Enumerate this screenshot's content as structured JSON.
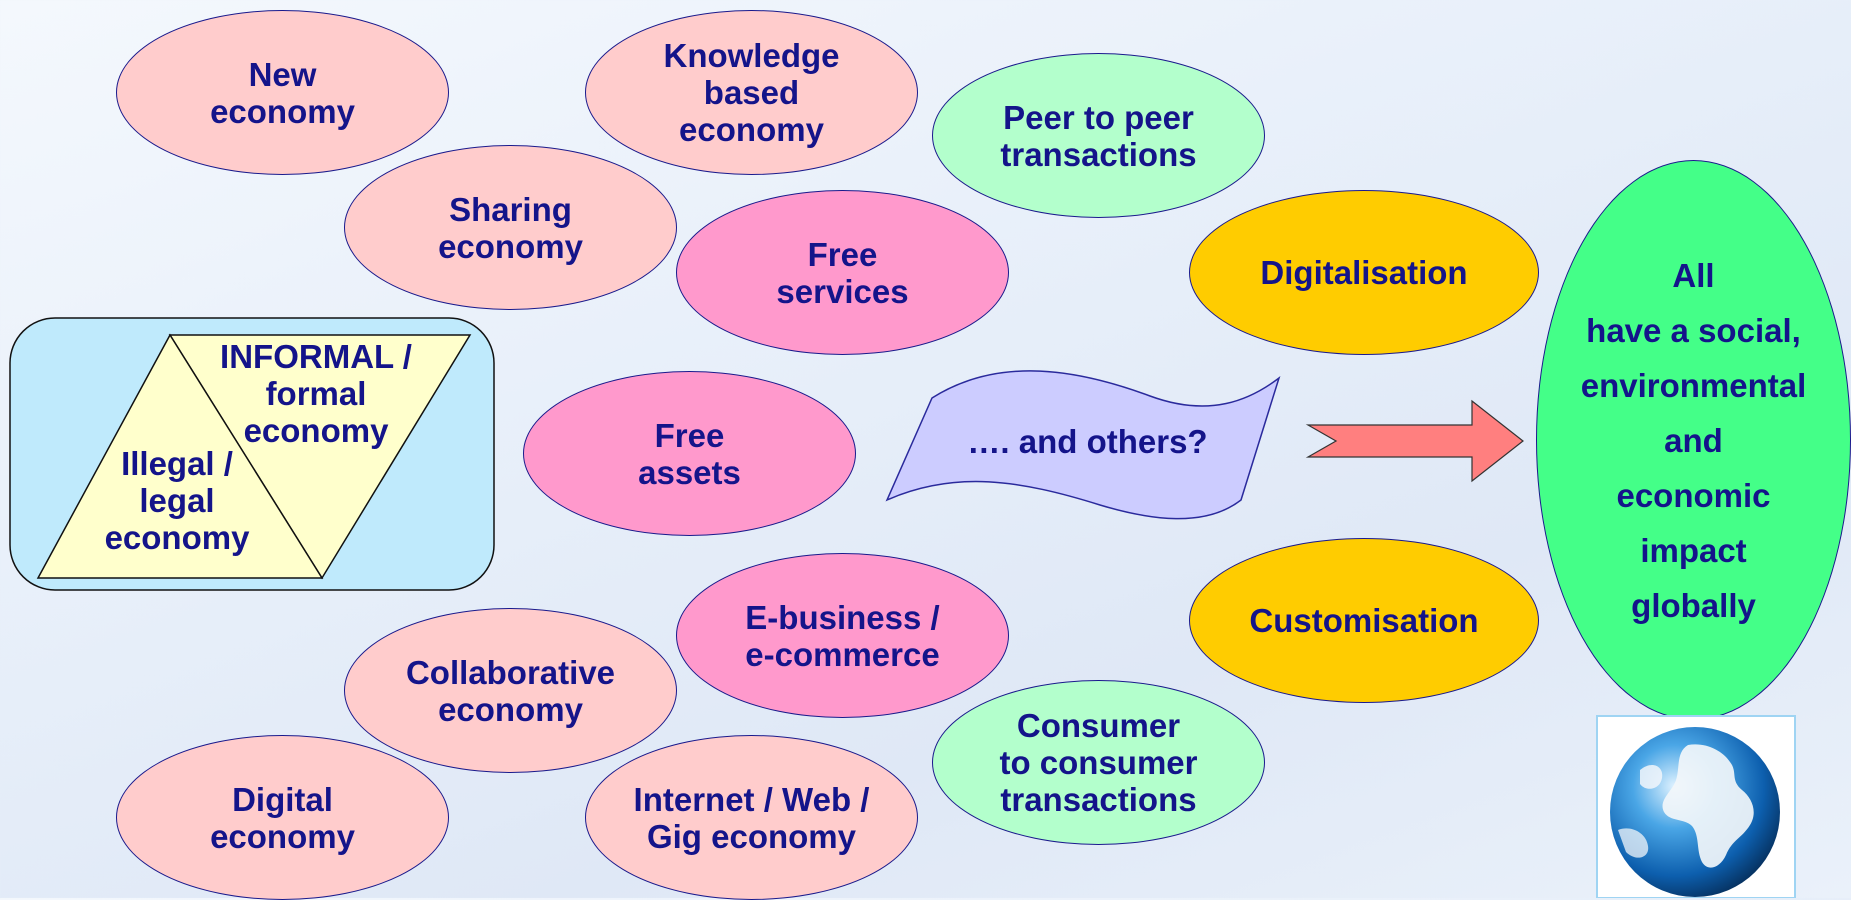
{
  "nodes": {
    "new_economy": "New\neconomy",
    "knowledge_economy": "Knowledge\nbased\neconomy",
    "peer_to_peer": "Peer to peer\ntransactions",
    "sharing_economy": "Sharing\neconomy",
    "free_services": "Free\nservices",
    "digitalisation": "Digitalisation",
    "free_assets": "Free\nassets",
    "and_others": "…. and others?",
    "ebusiness": "E-business /\ne-commerce",
    "collaborative_economy": "Collaborative\neconomy",
    "customisation": "Customisation",
    "consumer_to_consumer": "Consumer\nto consumer\ntransactions",
    "digital_economy": "Digital\neconomy",
    "internet_gig": "Internet / Web /\nGig economy"
  },
  "informal_box": {
    "informal_label": "INFORMAL /\nformal\neconomy",
    "illegal_label": "Illegal /\nlegal\neconomy"
  },
  "impact": {
    "text": "All\nhave a social,\nenvironmental\nand\neconomic\nimpact\nglobally"
  },
  "icons": {
    "arrow": "right-arrow-icon",
    "globe": "globe-icon"
  },
  "colors": {
    "pink": "#ffcccc",
    "magenta": "#ff99cc",
    "mint": "#b3ffcc",
    "gold": "#ffcc00",
    "green": "#44ff88",
    "lavender": "#ccccff",
    "light_blue": "#bfeafc",
    "cream": "#ffffcc",
    "text": "#14148a"
  }
}
